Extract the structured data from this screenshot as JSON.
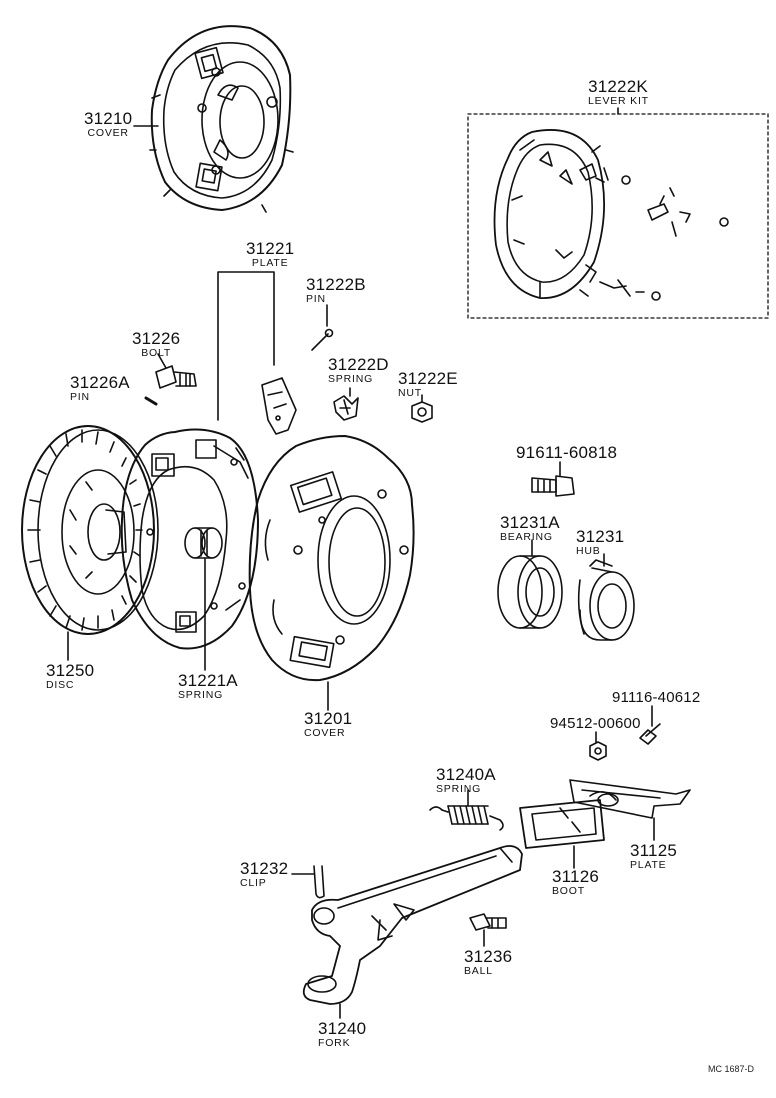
{
  "parts": {
    "p31210": {
      "number": "31210",
      "name": "COVER"
    },
    "p31222K": {
      "number": "31222K",
      "name": "LEVER KIT"
    },
    "p31221": {
      "number": "31221",
      "name": "PLATE"
    },
    "p31222B": {
      "number": "31222B",
      "name": "PIN"
    },
    "p31226": {
      "number": "31226",
      "name": "BOLT"
    },
    "p31222D": {
      "number": "31222D",
      "name": "SPRING"
    },
    "p31222E": {
      "number": "31222E",
      "name": "NUT"
    },
    "p31226A": {
      "number": "31226A",
      "name": "PIN"
    },
    "p91611": {
      "number": "91611-60818",
      "name": ""
    },
    "p31231A": {
      "number": "31231A",
      "name": "BEARING"
    },
    "p31231": {
      "number": "31231",
      "name": "HUB"
    },
    "p31250": {
      "number": "31250",
      "name": "DISC"
    },
    "p31221A": {
      "number": "31221A",
      "name": "SPRING"
    },
    "p31201": {
      "number": "31201",
      "name": "COVER"
    },
    "p91116": {
      "number": "91116-40612",
      "name": ""
    },
    "p94512": {
      "number": "94512-00600",
      "name": ""
    },
    "p31240A": {
      "number": "31240A",
      "name": "SPRING"
    },
    "p31232": {
      "number": "31232",
      "name": "CLIP"
    },
    "p31126": {
      "number": "31126",
      "name": "BOOT"
    },
    "p31125": {
      "number": "31125",
      "name": "PLATE"
    },
    "p31236": {
      "number": "31236",
      "name": "BALL"
    },
    "p31240": {
      "number": "31240",
      "name": "FORK"
    }
  },
  "drawing_code": "MC 1687-D"
}
